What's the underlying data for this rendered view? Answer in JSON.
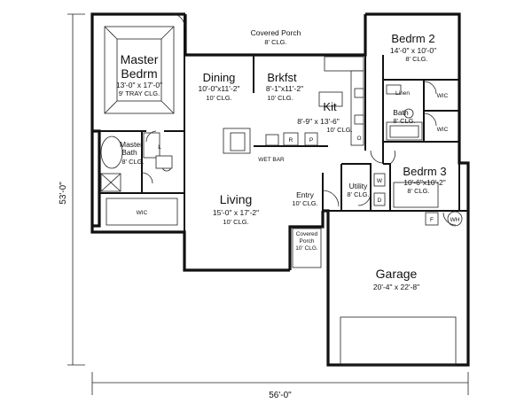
{
  "plan": {
    "overall_width": "56'-0\"",
    "overall_depth": "53'-0\"",
    "rooms": {
      "covered_porch_rear": {
        "name": "Covered Porch",
        "ceiling": "8' CLG."
      },
      "master_bedroom": {
        "name_line1": "Master",
        "name_line2": "Bedrm",
        "dims": "13'-0\" x 17'-0\"",
        "ceiling": "9' TRAY CLG."
      },
      "dining": {
        "name": "Dining",
        "dims": "10'-0\"x11'-2\"",
        "ceiling": "10' CLG."
      },
      "breakfast": {
        "name": "Brkfst",
        "dims": "8'-1\"x11'-2\"",
        "ceiling": "10' CLG."
      },
      "kitchen": {
        "name": "Kit",
        "dims": "8'-9\" x 13'-6\"",
        "ceiling": "10' CLG."
      },
      "bedroom2": {
        "name": "Bedrm 2",
        "dims": "14'-0\" x 10'-0\"",
        "ceiling": "8' CLG."
      },
      "bath": {
        "name": "Bath",
        "ceiling": "8' CLG."
      },
      "linen": "Linen",
      "wic_bed2": "WIC",
      "wic_bed3": "WIC",
      "master_bath": {
        "name_line1": "Master",
        "name_line2": "Bath",
        "ceiling": "8' CLG."
      },
      "master_wic": "WIC",
      "wet_bar": "WET BAR",
      "pantry": "P",
      "refrigerator": "R",
      "bedroom3": {
        "name": "Bedrm 3",
        "dims": "10'-6\"x10'-2\"",
        "ceiling": "8' CLG."
      },
      "utility": {
        "name": "Utility",
        "ceiling": "8' CLG."
      },
      "dryer": "D",
      "washer": "W",
      "living": {
        "name": "Living",
        "dims": "15'-0\" x 17'-2\"",
        "ceiling": "10' CLG."
      },
      "entry": {
        "name": "Entry",
        "ceiling": "10' CLG."
      },
      "covered_porch_front": {
        "name_line1": "Covered",
        "name_line2": "Porch",
        "ceiling": "10' CLG."
      },
      "garage": {
        "name": "Garage",
        "dims": "20'-4\" x 22'-8\""
      },
      "furnace": "F",
      "water_heater": "WH",
      "oven": "O",
      "lavatory": "L"
    }
  }
}
